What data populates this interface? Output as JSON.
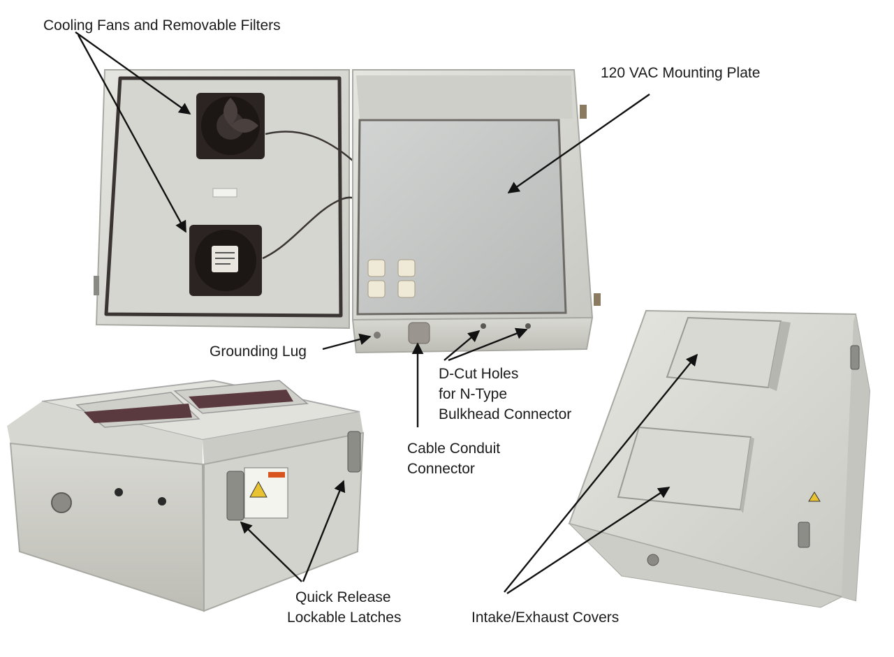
{
  "labels": {
    "fans": "Cooling Fans and Removable Filters",
    "plate": "120 VAC Mounting Plate",
    "lug": "Grounding Lug",
    "dcut": [
      "D-Cut Holes",
      "for N-Type",
      "Bulkhead Connector"
    ],
    "conduit": [
      "Cable Conduit",
      "Connector"
    ],
    "latches": [
      "Quick Release",
      "Lockable Latches"
    ],
    "covers": "Intake/Exhaust Covers"
  },
  "colors": {
    "enclosure": "#dcdcd6",
    "enclosure_shadow": "#b9b9b2",
    "plate": "#c7c9c8",
    "fan": "#2b2422",
    "gasket": "#3a3532",
    "warning": "#e8c230",
    "arrow": "#111111"
  }
}
